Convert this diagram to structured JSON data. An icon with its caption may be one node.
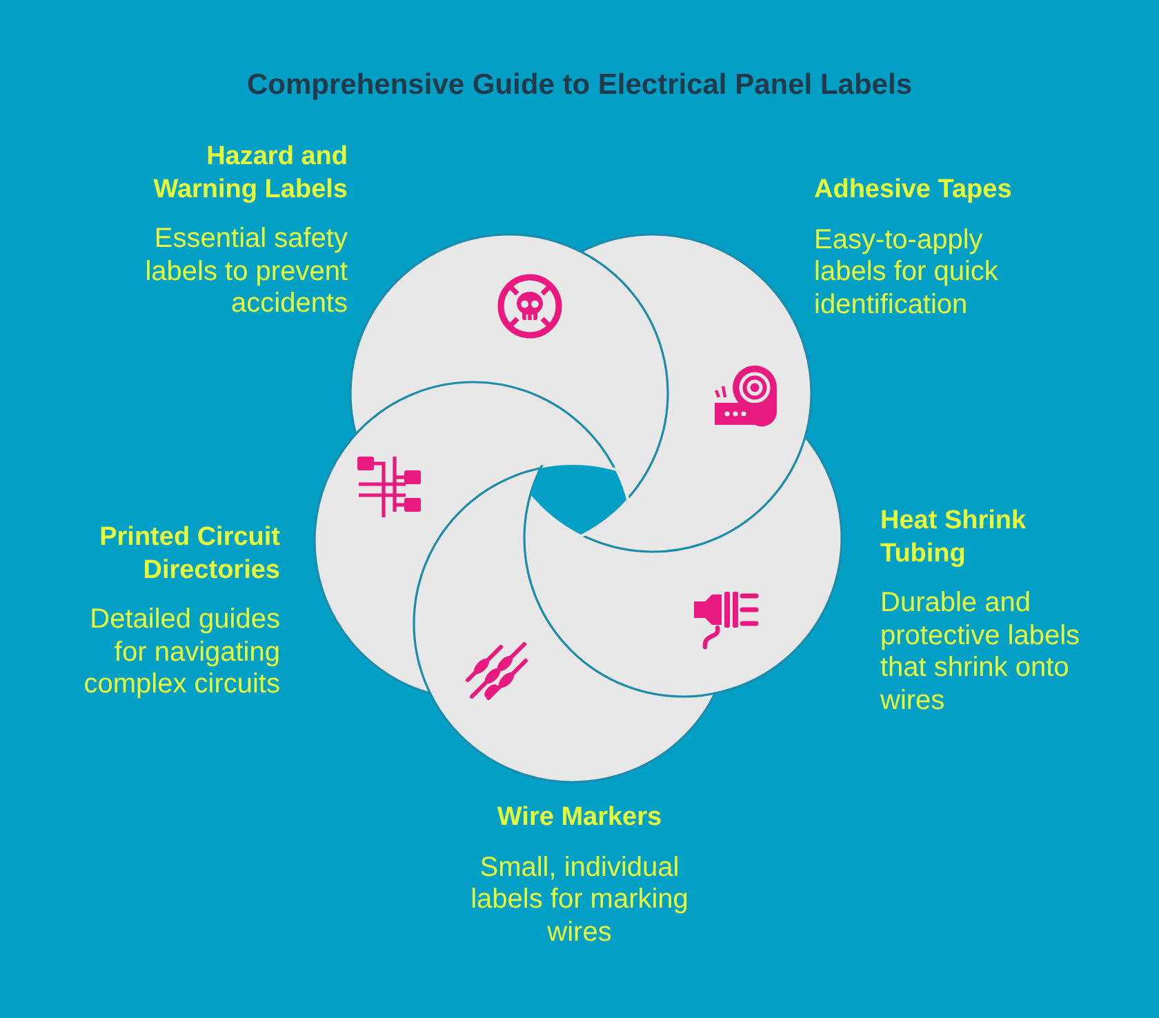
{
  "diagram": {
    "title": "Comprehensive Guide to Electrical Panel Labels",
    "nodes": [
      {
        "text": [
          "Hazard and Warning Labels",
          "Essential safety labels to prevent accidents"
        ]
      },
      {
        "text": [
          "Adhesive Tapes",
          "Easy-to-apply labels for quick identification"
        ]
      },
      {
        "text": [
          "Heat Shrink Tubing",
          "Durable and protective labels that shrink onto wires"
        ]
      },
      {
        "text": [
          "Wire Markers",
          "Small, individual labels for marking wires"
        ]
      },
      {
        "text": [
          "Printed Circuit Directories",
          "Detailed guides for navigating complex circuits"
        ]
      }
    ]
  }
}
